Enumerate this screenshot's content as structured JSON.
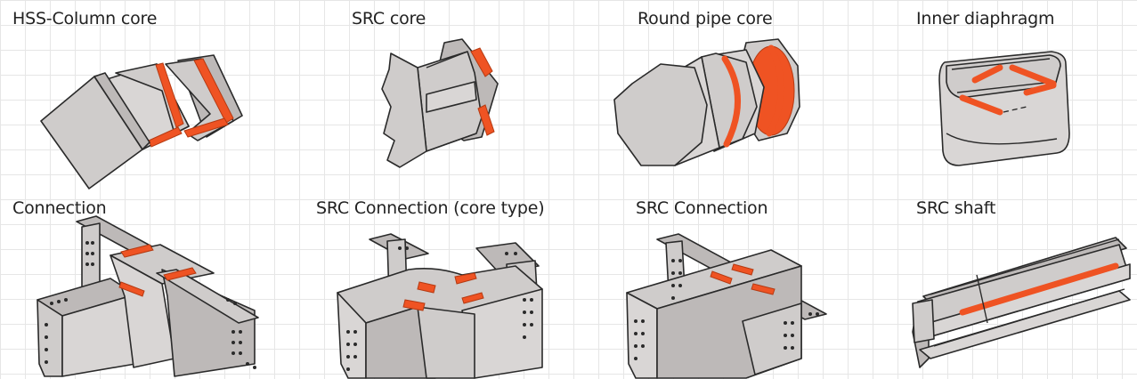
{
  "panels": [
    {
      "label": "HSS-Column core"
    },
    {
      "label": "SRC core"
    },
    {
      "label": "Round pipe core"
    },
    {
      "label": "Inner diaphragm"
    },
    {
      "label": "Connection"
    },
    {
      "label": "SRC Connection (core type)"
    },
    {
      "label": "SRC Connection"
    },
    {
      "label": "SRC shaft"
    }
  ],
  "colors": {
    "steel": "#cfcccb",
    "weld": "#ef5323",
    "outline": "#2a2a2a",
    "grid": "#e6e6e6"
  }
}
